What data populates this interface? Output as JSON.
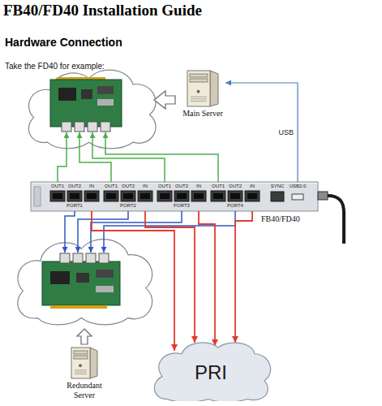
{
  "diagram": {
    "title": "FB40/FD40 Installation Guide",
    "nodes": [
      {
        "text": [
          "Main Server"
        ]
      },
      {
        "text": [
          "FB40/FD40"
        ]
      },
      {
        "text": [
          "PRI"
        ]
      },
      {
        "text": [
          "Redundant Server"
        ]
      }
    ],
    "edges": [
      {
        "from": 1,
        "to": 0,
        "arrow": "to",
        "label": "USB"
      },
      {
        "from": 1,
        "to": 2,
        "arrow": "to"
      },
      {
        "from": 1,
        "to": 2,
        "arrow": "to"
      },
      {
        "from": 1,
        "to": 2,
        "arrow": "to"
      },
      {
        "from": 1,
        "to": 2,
        "arrow": "to"
      }
    ],
    "labels": [
      "Hardware Connection",
      "Take the FD40 for example:",
      "OUT1",
      "OUT2",
      "IN",
      "PORT1",
      "OUT1",
      "OUT2",
      "IN",
      "PORT2",
      "OUT1",
      "OUT2",
      "IN",
      "PORT3",
      "OUT1",
      "OUT2",
      "IN",
      "PORT4",
      "SYNC",
      "USB2.0"
    ]
  }
}
